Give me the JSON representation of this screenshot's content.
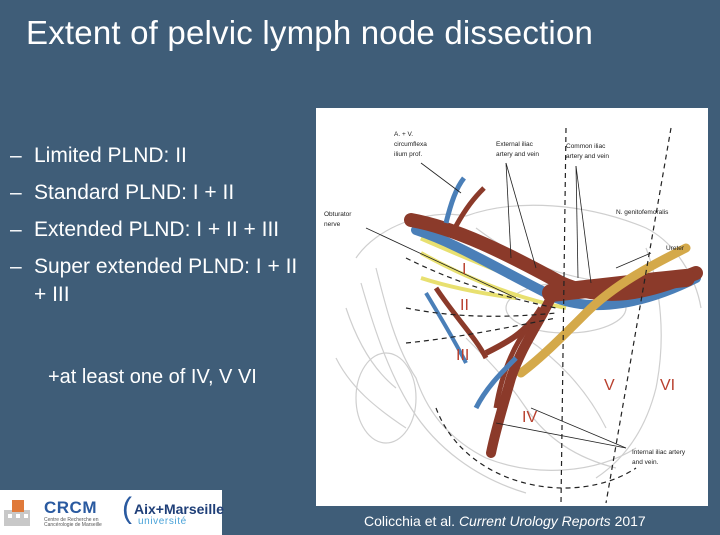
{
  "slide": {
    "title": "Extent of pelvic lymph node dissection",
    "bullets": [
      {
        "dash": "–",
        "text": "Limited PLND: II"
      },
      {
        "dash": "–",
        "text": "Standard PLND: I + II"
      },
      {
        "dash": "–",
        "text": "Extended PLND: I + II + III"
      },
      {
        "dash": "–",
        "text": "Super extended PLND: I + II + III"
      }
    ],
    "sub_note": "+at least one of IV, V VI"
  },
  "figure": {
    "labels": {
      "circumflexa_1": "A. + V.",
      "circumflexa_2": "circumflexa",
      "circumflexa_3": "ilium prof.",
      "external_1": "External iliac",
      "external_2": "artery and vein",
      "common_1": "Common iliac",
      "common_2": "artery and vein",
      "genito": "N. genitofemoralis",
      "obturator_1": "Obturator",
      "obturator_2": "nerve",
      "ureter": "Ureter",
      "internal_1": "Internal iliac artery",
      "internal_2": "and vein."
    },
    "regions": [
      "I",
      "II",
      "III",
      "IV",
      "V",
      "VI"
    ],
    "colors": {
      "artery": "#8b3a2a",
      "vein": "#4a7fb8",
      "nerve": "#e8e070",
      "ureter": "#d4a94a",
      "region_label": "#b8402e"
    }
  },
  "citation": {
    "authors": "Colicchia et al.",
    "journal": "Current Urology Reports",
    "year": "2017"
  },
  "logos": {
    "crcm": "CRCM",
    "crcm_sub": "Centre de Recherche en Cancérologie de Marseille",
    "amu_main": "Aix+Marseille",
    "amu_sub": "université"
  }
}
